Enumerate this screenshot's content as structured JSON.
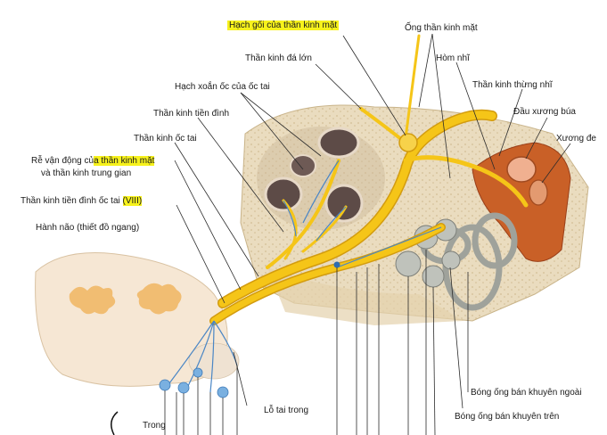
{
  "labels": {
    "hach_goi": "Hạch gối của thần kinh mặt",
    "ong_than_kinh_mat": "Ống thần kinh mặt",
    "than_kinh_da_lon": "Thần kinh đá lớn",
    "hom_nhi": "Hòm nhĩ",
    "hach_xoan_oc": "Hạch xoắn ốc của ốc tai",
    "than_kinh_thung_nhi": "Thần kinh thừng nhĩ",
    "dau_xuong_bua": "Đầu xương búa",
    "than_kinh_tien_dinh": "Thần kinh tiền đình",
    "xuong_de": "Xương đe",
    "than_kinh_oc_tai": "Thần kinh ốc tai",
    "re_van_dong_prefix": "Rễ vận động củ",
    "re_van_dong_hl": "a thần kinh mặt",
    "re_van_dong_line2": "và thần kinh trung gian",
    "tktd_oc_tai_prefix": "Thần kinh tiền đình ốc tai ",
    "tktd_oc_tai_hl": "(VIII)",
    "hanh_nao": "Hành não (thiết đồ ngang)",
    "trong": "Trong",
    "lo_tai_trong": "Lỗ tai trong",
    "bong_ngoai": "Bóng ống bán khuyên ngoài",
    "bong_tren": "Bóng ống bán khuyên trên"
  },
  "colors": {
    "highlight": "#f7f21c",
    "nerve_yellow": "#f5c518",
    "bone": "#e9dcc0",
    "brainstem": "#f4e3cf",
    "middle_ear": "#d96a2a",
    "labyrinth": "#b9bdb6"
  }
}
